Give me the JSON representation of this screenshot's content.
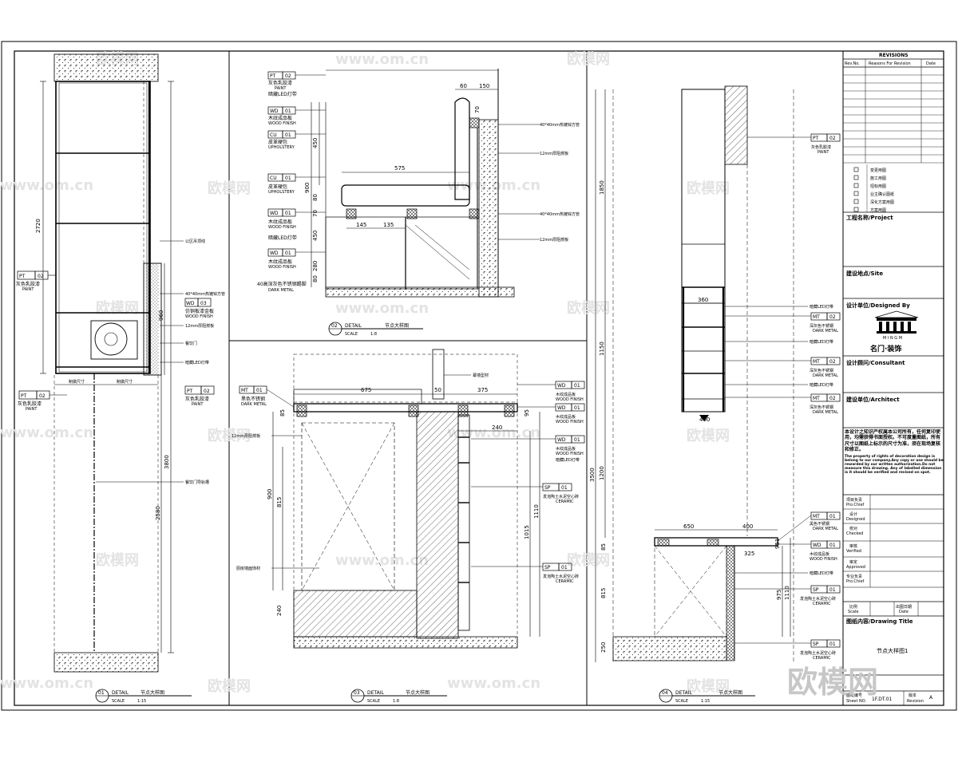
{
  "watermark": {
    "site": "www.om.cn",
    "brand": "欧模网"
  },
  "sheet": {
    "revisions_title": "REVISIONS",
    "rev_headers": {
      "no": "Rev.No.",
      "reason": "Reasons For Revision",
      "date": "Date"
    },
    "stages": [
      "变更用图",
      "施工用图",
      "招标用图",
      "业主确认图纸",
      "深化方案用图",
      "方案用图"
    ],
    "project_label": "工程名称/Project",
    "site_label": "建设地点/Site",
    "designer_label": "设计单位/Designed By",
    "logo_roman": "M I N G M",
    "logo_text": "名门·装饰",
    "consultant_label": "设计顾问/Consultant",
    "architect_label": "建设单位/Architect",
    "copyright_cn": "本设计之知识产权属本公司所有，任何复印使用，均需获得书面授权。不可度量图纸，所有尺寸以图纸上标示的尺寸为准，须在现场复核和修正。",
    "copyright_en": "The property of rights of decoration design is belong to our company.Any copy or use should be rewarded by our written authorization.Do not measure this drawing. Any of labelled dimension is it should be verified and revised on spot.",
    "signoffs": [
      {
        "cn": "项目负责",
        "en": "Pro.Chief"
      },
      {
        "cn": "设计",
        "en": "Designed"
      },
      {
        "cn": "校对",
        "en": "Checked"
      },
      {
        "cn": "审核",
        "en": "Verified"
      },
      {
        "cn": "审定",
        "en": "Approved"
      },
      {
        "cn": "专业负责",
        "en": "Pro.Chief"
      }
    ],
    "scale_cn": "比例",
    "scale_en": "Scale",
    "date_cn": "出图日期",
    "date_en": "Date",
    "drawing_title_label": "图纸内容/Drawing Title",
    "drawing_title": "节点大样图1",
    "sheet_no_label_cn": "图纸编号",
    "sheet_no_label_en": "Sheet NO.",
    "sheet_no": "1F.DT.01",
    "revision_label_cn": "版本",
    "revision_label_en": "Revision",
    "revision": "A"
  },
  "details": [
    {
      "no": "01",
      "word": "DETAIL",
      "name": "节点大样图",
      "scale_word": "SCALE",
      "scale": "1:15"
    },
    {
      "no": "02",
      "word": "DETAIL",
      "name": "节点大样图",
      "scale_word": "SCALE",
      "scale": "1:8"
    },
    {
      "no": "03",
      "word": "DETAIL",
      "name": "节点大样图",
      "scale_word": "SCALE",
      "scale": "1:8"
    },
    {
      "no": "04",
      "word": "DETAIL",
      "name": "节点大样图",
      "scale_word": "SCALE",
      "scale": "1:15"
    }
  ],
  "d1": {
    "dims": {
      "total": "3800",
      "upper": "2720",
      "lower": "2580",
      "mid": "960",
      "w1": "制做尺寸",
      "w2": "制做尺寸"
    },
    "tags": [
      {
        "code": "PT",
        "num": "02",
        "cn": "灰色乳胶漆",
        "en": "PAINT"
      },
      {
        "code": "PT",
        "num": "02",
        "cn": "灰色乳胶漆",
        "en": "PAINT"
      },
      {
        "code": "WD",
        "num": "03",
        "cn": "仿铜板漆金板",
        "en": "WOOD FINISH"
      },
      {
        "code": "PT",
        "num": "02",
        "cn": "灰色乳胶漆",
        "en": "PAINT"
      }
    ],
    "notes": [
      "公区吊顶线",
      "40*40mm热镀锌方管",
      "12mm厚阻燃板",
      "餐饮门",
      "暗藏LED灯带",
      "餐饮门导轨槽"
    ]
  },
  "d2": {
    "dims": [
      "60",
      "150",
      "70",
      "450",
      "575",
      "900",
      "80",
      "70",
      "450",
      "280",
      "80",
      "145",
      "135"
    ],
    "tags": [
      {
        "code": "PT",
        "num": "02",
        "cn": "灰色乳胶漆",
        "en": "PAINT"
      },
      {
        "code": "WD",
        "num": "01",
        "cn": "木纹成品板",
        "en": "WOOD FINISH"
      },
      {
        "code": "CU",
        "num": "01",
        "cn": "皮革硬包",
        "en": "UPHOLSTERY"
      },
      {
        "code": "CU",
        "num": "01",
        "cn": "皮革硬包",
        "en": "UPHOLSTERY"
      },
      {
        "code": "WD",
        "num": "01",
        "cn": "木纹成品板",
        "en": "WOOD FINISH"
      },
      {
        "code": "WD",
        "num": "01",
        "cn": "木纹成品板",
        "en": "WOOD FINISH"
      },
      {
        "code": "",
        "num": "",
        "cn": "40高深灰色不锈钢踢脚",
        "en": "DARK METAL"
      }
    ],
    "led": "暗藏LED灯带",
    "notes_right": [
      "40*40mm热镀锌方管",
      "12mm厚阻燃板",
      "40*40mm热镀锌方管",
      "12mm厚阻燃板"
    ]
  },
  "d3": {
    "dims": [
      "675",
      "50",
      "375",
      "85",
      "95",
      "240",
      "900",
      "815",
      "240",
      "1015",
      "1110"
    ],
    "top_note": "幕墙型材",
    "tags_left": [
      {
        "code": "MT",
        "num": "01",
        "cn": "黑色不锈钢",
        "en": "DARK METAL"
      }
    ],
    "notes_left": [
      "12mm厚阻燃板",
      "厨房墙面饰材"
    ],
    "tags_right": [
      {
        "code": "WD",
        "num": "01",
        "cn": "木纹成品板",
        "en": "WOOD FINISH"
      },
      {
        "code": "WD",
        "num": "01",
        "cn": "木纹成品板",
        "en": "WOOD FINISH"
      },
      {
        "code": "WD",
        "num": "01",
        "cn": "木纹成品板",
        "en": "WOOD FINISH"
      },
      {
        "code": "SP",
        "num": "01",
        "cn": "发泡陶土水泥空心砖",
        "en": "CERAMIC"
      },
      {
        "code": "SP",
        "num": "01",
        "cn": "发泡陶土水泥空心砖",
        "en": "CERAMIC"
      }
    ],
    "led": "暗藏LED灯带"
  },
  "d4": {
    "dims": [
      "1850",
      "1150",
      "3500",
      "1200",
      "360",
      "400",
      "650",
      "400",
      "85",
      "815",
      "250",
      "325",
      "975",
      "1110",
      "951"
    ],
    "tags": [
      {
        "code": "PT",
        "num": "02",
        "cn": "灰色乳胶漆",
        "en": "PAINT"
      },
      {
        "code": "MT",
        "num": "02",
        "cn": "深灰色不锈钢",
        "en": "DARK METAL"
      },
      {
        "code": "MT",
        "num": "02",
        "cn": "深灰色不锈钢",
        "en": "DARK METAL"
      },
      {
        "code": "MT",
        "num": "02",
        "cn": "深灰色不锈钢",
        "en": "DARK METAL"
      },
      {
        "code": "MT",
        "num": "01",
        "cn": "黑色不锈钢",
        "en": "DARK METAL"
      },
      {
        "code": "WD",
        "num": "01",
        "cn": "木纹成品板",
        "en": "WOOD FINISH"
      },
      {
        "code": "SP",
        "num": "01",
        "cn": "发泡陶土水泥空心砖",
        "en": "CERAMIC"
      },
      {
        "code": "SP",
        "num": "01",
        "cn": "发泡陶土水泥空心砖",
        "en": "CERAMIC"
      }
    ],
    "led": "暗藏LED灯带"
  }
}
